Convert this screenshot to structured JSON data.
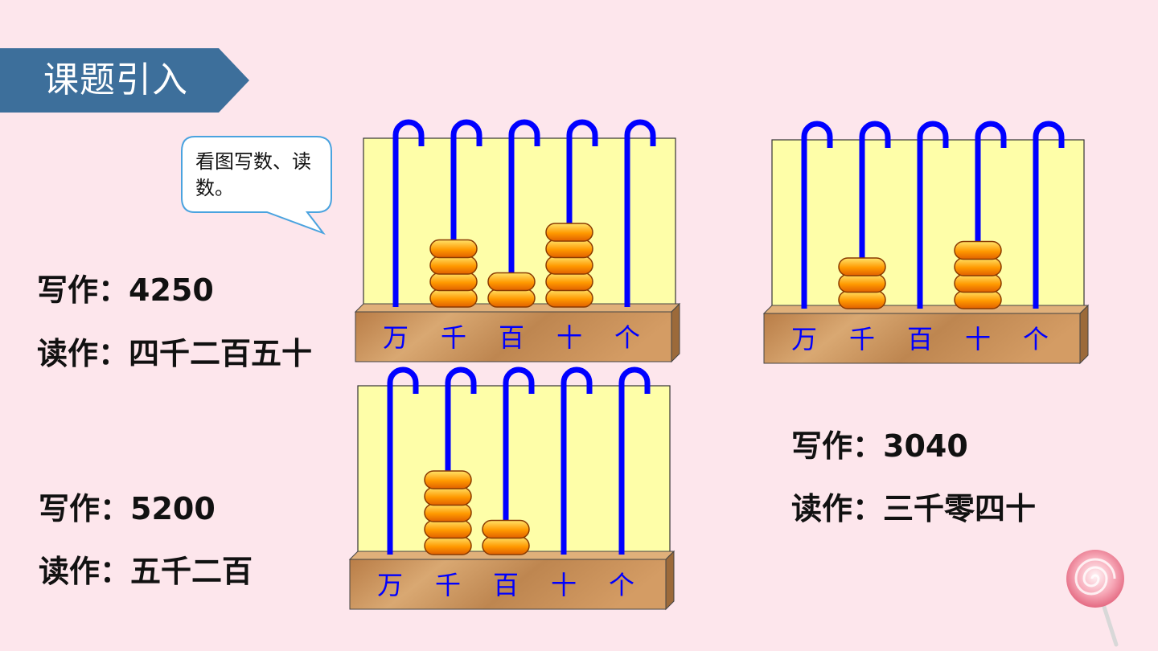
{
  "header": {
    "title": "课题引入"
  },
  "bubble": {
    "text": "看图写数、读数。"
  },
  "place_labels": [
    "万",
    "千",
    "百",
    "十",
    "个"
  ],
  "abaci": [
    {
      "id": "abacus-1",
      "beads": [
        0,
        4,
        2,
        5,
        0
      ],
      "write_label": "写作：",
      "write_value": "4250",
      "read_label": "读作：",
      "read_value": "四千二百五十"
    },
    {
      "id": "abacus-2",
      "beads": [
        0,
        3,
        0,
        4,
        0
      ],
      "write_label": "写作：",
      "write_value": "3040",
      "read_label": "读作：",
      "read_value": "三千零四十"
    },
    {
      "id": "abacus-3",
      "beads": [
        0,
        5,
        2,
        0,
        0
      ],
      "write_label": "写作：",
      "write_value": "5200",
      "read_label": "读作：",
      "read_value": "五千二百"
    }
  ],
  "colors": {
    "banner": "#3d6f9b",
    "board": "#fefea8",
    "rod": "#0000ff",
    "bead": "#ff9900",
    "wood": "#c8925a",
    "place_text": "#0000ff"
  }
}
